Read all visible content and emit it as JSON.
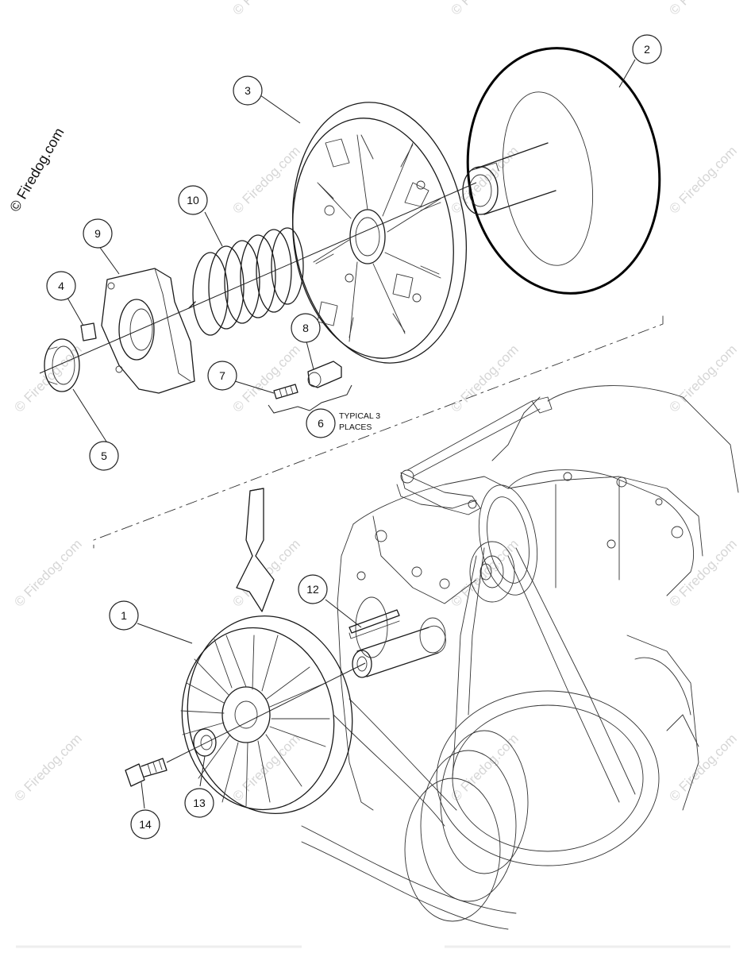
{
  "copyright": "© Firedog.com",
  "watermark": "© Firedog.com",
  "note": {
    "line1": "TYPICAL 3",
    "line2": "PLACES"
  },
  "callouts": [
    {
      "id": "c1",
      "label": "1"
    },
    {
      "id": "c2",
      "label": "2"
    },
    {
      "id": "c3",
      "label": "3"
    },
    {
      "id": "c4",
      "label": "4"
    },
    {
      "id": "c5",
      "label": "5"
    },
    {
      "id": "c6",
      "label": "6"
    },
    {
      "id": "c7",
      "label": "7"
    },
    {
      "id": "c8",
      "label": "8"
    },
    {
      "id": "c9",
      "label": "9"
    },
    {
      "id": "c10",
      "label": "10"
    },
    {
      "id": "c12",
      "label": "12"
    },
    {
      "id": "c13",
      "label": "13"
    },
    {
      "id": "c14",
      "label": "14"
    }
  ]
}
